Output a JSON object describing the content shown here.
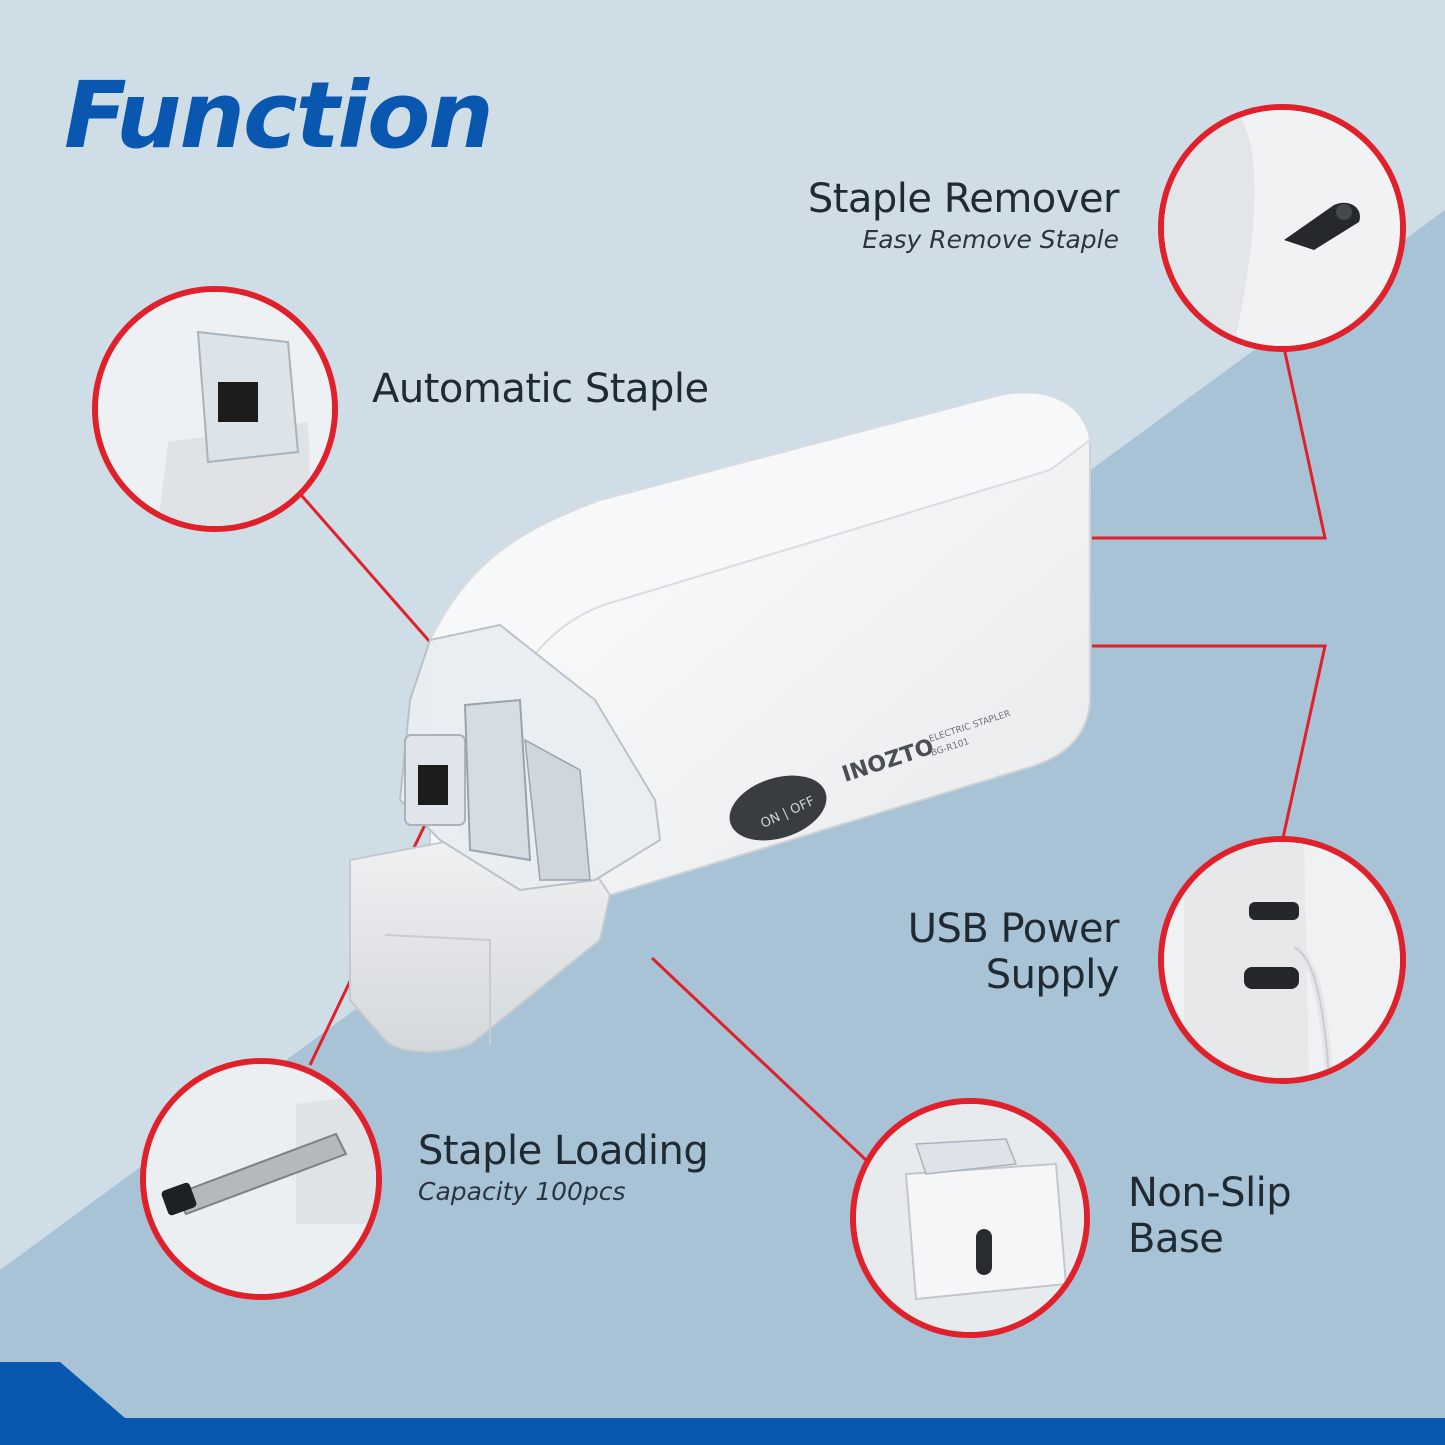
{
  "page": {
    "title": "Function",
    "colors": {
      "accent_blue": "#0a57b0",
      "callout_red": "#e0202a",
      "bg_light": "#cfdde7",
      "bg_dark": "#a7c3d6"
    }
  },
  "features": {
    "staple_remover": {
      "title": "Staple Remover",
      "subtitle": "Easy Remove Staple"
    },
    "automatic_staple": {
      "title": "Automatic Staple"
    },
    "usb_power": {
      "title_line1": "USB Power",
      "title_line2": "Supply"
    },
    "staple_loading": {
      "title": "Staple Loading",
      "subtitle": "Capacity 100pcs"
    },
    "non_slip": {
      "title_line1": "Non-Slip",
      "title_line2": "Base"
    }
  },
  "product": {
    "brand": "INOZTO",
    "model_line1": "ELECTRIC STAPLER",
    "model_line2": "BG-R101",
    "switch_label": "ON | OFF"
  }
}
